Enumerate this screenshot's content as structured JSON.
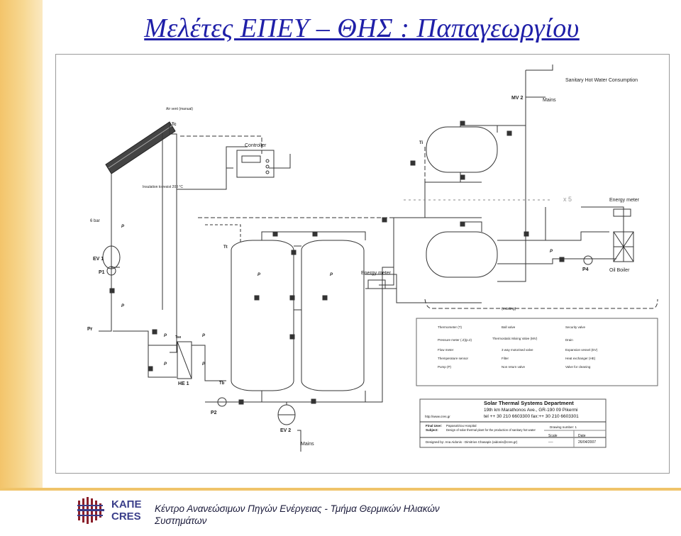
{
  "title": "Μελέτες ΕΠΕΥ – ΘΗΣ : Παπαγεωργίου",
  "diagram": {
    "labels": {
      "sanitary": "Sanitary Hot Water Consumption",
      "mv2": "MV 2",
      "mains_top": "Mains",
      "air_vent": "Air vent (manual)",
      "tc": "Tc",
      "controller": "Controller",
      "ti": "Ti",
      "insulation": "Insulation to resist 200 °C",
      "x5": "x 5",
      "energy_meter_right": "Energy meter",
      "bar6": "6 bar",
      "p": "P",
      "ev1": "EV 1",
      "p1": "P1",
      "tt": "Tt",
      "energy_meter_mid": "Energy meter",
      "p4": "P4",
      "oil_boiler": "Oil Boiler",
      "existing": "(existing)",
      "pr": "Pr",
      "tse": "Tse",
      "he1": "HE 1",
      "tb": "Tb",
      "p2": "P2",
      "ev2": "EV 2",
      "mains_bottom": "Mains"
    },
    "legend": [
      [
        "Thermometer (T)",
        "Ball valve",
        "Security valve"
      ],
      [
        "Pressure meter (.2)(p.2)",
        "Thermostatic Mixing Valve (MV)",
        "Drain"
      ],
      [
        "Flow meter",
        "3 way motorised valve",
        "Expansion vessel (EV)"
      ],
      [
        "Themperature sensor",
        "Filter",
        "Heat exchanger (HE)"
      ],
      [
        "Pump (P)",
        "Non return valve",
        "Valve for cleaning"
      ]
    ],
    "titleblock": {
      "dept": "Solar Thermal Systems Department",
      "addr1": "19th km Marathonos Ave., GR-190 09 Pikermi",
      "addr2": "tel ++ 30 210 6603300  fax:++ 30 210 6603301",
      "url": "http://www.cres.gr",
      "final_user_label": "Final User:",
      "final_user": "Papasotiriou Hospital",
      "subject_label": "Subject:",
      "subject": "Design of solar thermal plant for the production of sanitary hot water",
      "drawing_number": "Drawing number: 1",
      "designed_by": "Designed by: Ana Aidonis - Dimitrios Chasapis (aidonis@cres.gr)",
      "scale_label": "Scale",
      "scale": "----",
      "date_label": "Date",
      "date": "26/04/2007"
    }
  },
  "footer": {
    "logo_top": "ΚΑΠΕ",
    "logo_bottom": "CRES",
    "line1": "Κέντρο Ανανεώσιμων Πηγών Ενέργειας - Τμήμα Θερμικών Ηλιακών",
    "line2": "Συστημάτων"
  }
}
